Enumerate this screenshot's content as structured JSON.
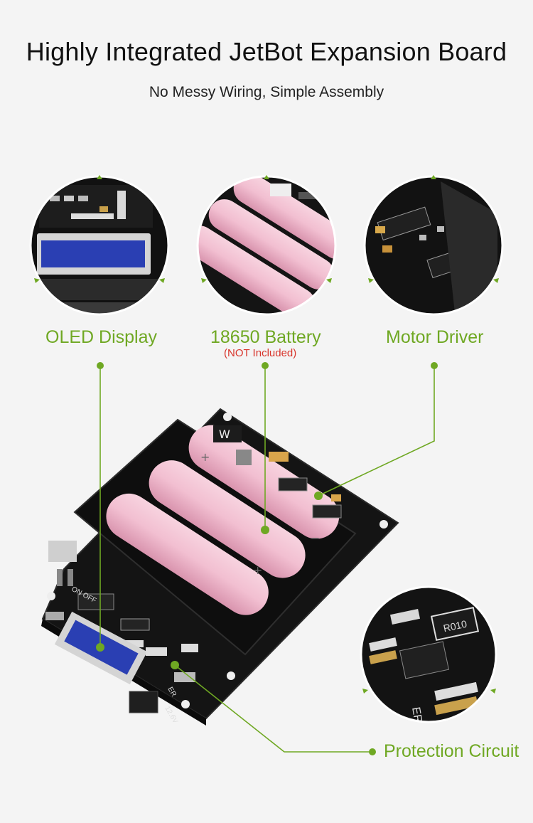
{
  "header": {
    "title": "Highly Integrated JetBot Expansion Board",
    "subtitle": "No Messy Wiring, Simple Assembly"
  },
  "features": [
    {
      "label": "OLED Display"
    },
    {
      "label": "18650 Battery",
      "note": "(NOT Included)"
    },
    {
      "label": "Motor Driver"
    },
    {
      "label": "Protection Circuit"
    }
  ],
  "board_markings": {
    "switch": "ON OFF",
    "voltage": "12.6V",
    "chip_code": "R010",
    "edge_text": "ER"
  },
  "colors": {
    "accent": "#6fa823",
    "note": "#d8342b",
    "board": "#141414",
    "battery": "#f3c4d4",
    "oled": "#2a3fb3"
  }
}
